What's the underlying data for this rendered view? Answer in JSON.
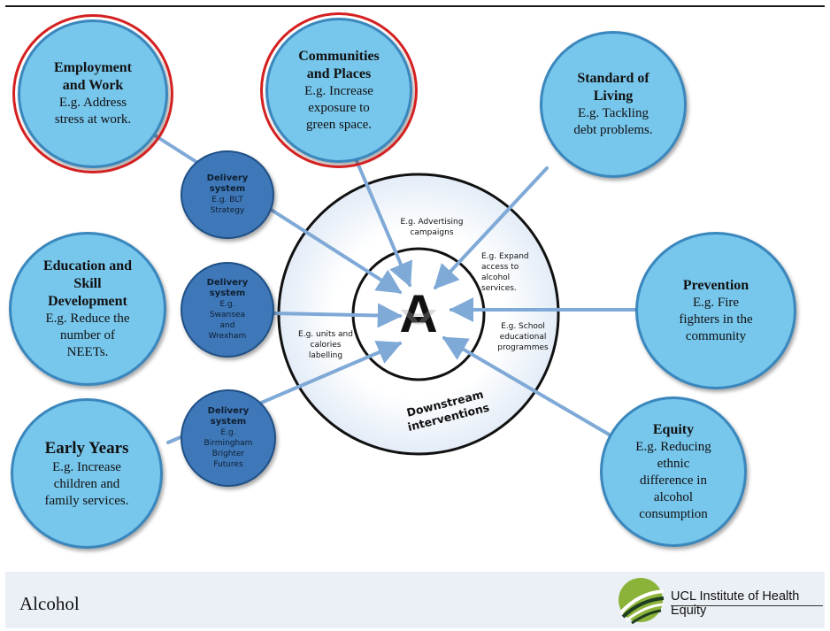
{
  "center": {
    "letter": "A",
    "ring_title": "Downstream\ninterventions"
  },
  "ring_labels": [
    "E.g. Advertising\ncampaigns",
    "E.g. Expand\naccess to\nalcohol\nservices.",
    "E.g. units and\ncalories\nlabelling",
    "E.g. School\neducational\nprogrammes"
  ],
  "nodes": [
    {
      "title": "Employment\nand Work",
      "desc": "E.g. Address\nstress at work.",
      "highlighted": true
    },
    {
      "title": "Communities\nand Places",
      "desc": "E.g. Increase\nexposure to\ngreen space.",
      "highlighted": true
    },
    {
      "title": "Standard of\nLiving",
      "desc": "E.g. Tackling\ndebt problems."
    },
    {
      "title": "Education and\nSkill\nDevelopment",
      "desc": "E.g. Reduce the\nnumber of\nNEETs."
    },
    {
      "title": "Prevention",
      "desc": "E.g. Fire\nfighters in the\ncommunity"
    },
    {
      "title": "Early Years",
      "desc": "E.g. Increase\nchildren and\nfamily services."
    },
    {
      "title": "Equity",
      "desc": "E.g. Reducing\nethnic\ndifference in\nalcohol\nconsumption"
    }
  ],
  "delivery": [
    {
      "title": "Delivery\nsystem",
      "desc": "E.g. BLT\nStrategy"
    },
    {
      "title": "Delivery\nsystem",
      "desc": "E.g.\nSwansea\nand\nWrexham"
    },
    {
      "title": "Delivery\nsystem",
      "desc": "E.g.\nBirmingham\nBrighter\nFutures"
    }
  ],
  "footer": {
    "title": "Alcohol",
    "logo_text": "UCL Institute of Health Equity"
  },
  "colors": {
    "node_fill": "#77c6ec",
    "node_border": "#3a87bd",
    "delivery_fill": "#3e78b9",
    "highlight_ring": "#d42020",
    "arrow": "#7fa9d6",
    "logo_green": "#8bb33a",
    "logo_dark": "#1f3d1f"
  }
}
